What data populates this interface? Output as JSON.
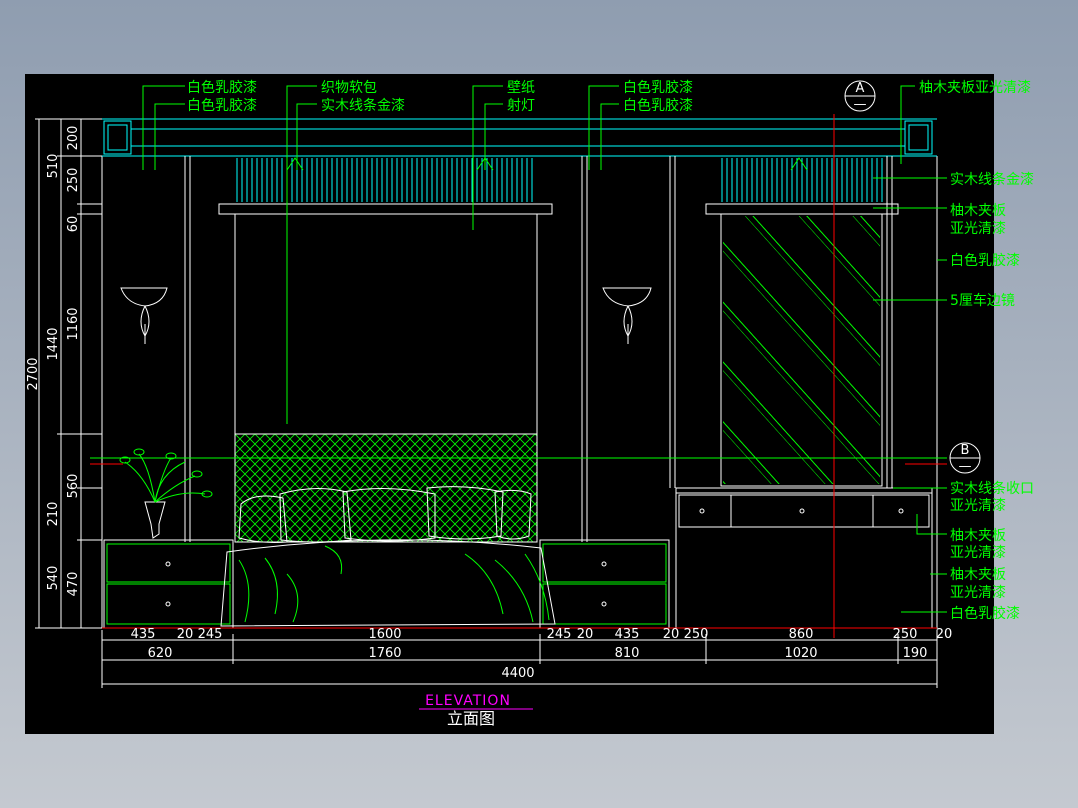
{
  "colors": {
    "background": "#000000",
    "outline": "#ffffff",
    "cyan": "#00ffff",
    "green": "#00ff00",
    "red": "#ff0000",
    "label": "#00ff00",
    "dimension": "#ffffff",
    "magenta": "#ff00ff"
  },
  "title": {
    "en": "ELEVATION",
    "cn": "立面图"
  },
  "labels_top": [
    "白色乳胶漆",
    "白色乳胶漆",
    "织物软包",
    "实木线条金漆",
    "壁纸",
    "射灯",
    "白色乳胶漆",
    "白色乳胶漆"
  ],
  "labels_right": [
    "柚木夹板亚光清漆",
    "实木线条金漆",
    "柚木夹板",
    "亚光清漆",
    "白色乳胶漆",
    "5厘车边镜",
    "实木线条收口",
    "亚光清漆",
    "柚木夹板",
    "亚光清漆",
    "柚木夹板",
    "亚光清漆",
    "白色乳胶漆"
  ],
  "section_markers": [
    {
      "letter": "A",
      "sub": "—"
    },
    {
      "letter": "B",
      "sub": "—"
    }
  ],
  "dims_left": [
    "200",
    "250",
    "60",
    "1160",
    "560",
    "210",
    "470",
    "540",
    "510",
    "1440",
    "2700"
  ],
  "dims_bottom_row1": [
    "435",
    "20",
    "245",
    "1600",
    "245",
    "20",
    "435",
    "20",
    "250",
    "860",
    "250",
    "20"
  ],
  "dims_bottom_row2": [
    "620",
    "1760",
    "810",
    "1020",
    "190"
  ],
  "dims_total": "4400"
}
